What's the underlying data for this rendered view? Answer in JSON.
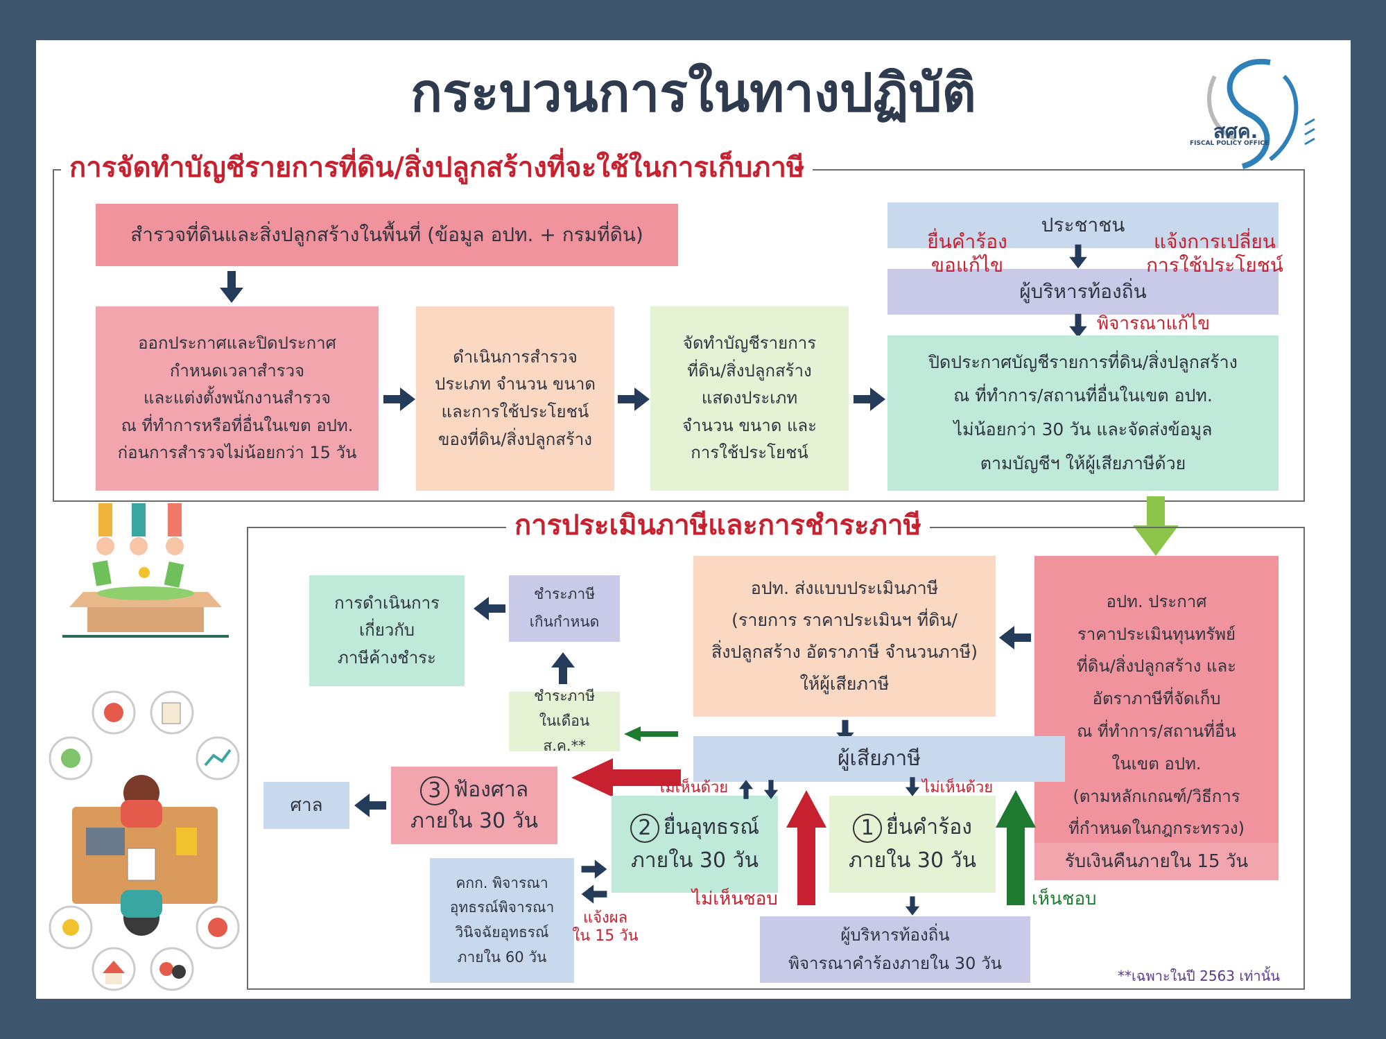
{
  "title": "กระบวนการในทางปฏิบัติ",
  "logo": {
    "text": "สศค.",
    "subtext": "FISCAL POLICY OFFICE"
  },
  "section1": {
    "title": "การจัดทำบัญชีรายการที่ดิน/สิ่งปลูกสร้างที่จะใช้ในการเก็บภาษี",
    "survey": "สำรวจที่ดินและสิ่งปลูกสร้างในพื้นที่ (ข้อมูล อปท. + กรมที่ดิน)",
    "announce": "ออกประกาศและปิดประกาศ\nกำหนดเวลาสำรวจ\nและแต่งตั้งพนักงานสำรวจ\nณ ที่ทำการหรือที่อื่นในเขต อปท.\nก่อนการสำรวจไม่น้อยกว่า 15 วัน",
    "conduct": "ดำเนินการสำรวจ\nประเภท จำนวน ขนาด\nและการใช้ประโยชน์\nของที่ดิน/สิ่งปลูกสร้าง",
    "prepare": "จัดทำบัญชีรายการ\nที่ดิน/สิ่งปลูกสร้าง\nแสดงประเภท\nจำนวน ขนาด และ\nการใช้ประโยชน์",
    "people": "ประชาชน",
    "petition_fix": "ยื่นคำร้อง\nขอแก้ไข",
    "notify_change": "แจ้งการเปลี่ยน\nการใช้ประโยชน์",
    "local_admin": "ผู้บริหารท้องถิ่น",
    "consider_fix": "พิจารณาแก้ไข",
    "post_list": "ปิดประกาศบัญชีรายการที่ดิน/สิ่งปลูกสร้าง\nณ ที่ทำการ/สถานที่อื่นในเขต อปท.\nไม่น้อยกว่า 30 วัน และจัดส่งข้อมูล\nตามบัญชีฯ ให้ผู้เสียภาษีด้วย"
  },
  "section2": {
    "title": "การประเมินภาษีและการชำระภาษี",
    "lao_announce": "อปท. ประกาศ\nราคาประเมินทุนทรัพย์\nที่ดิน/สิ่งปลูกสร้าง และ\nอัตราภาษีที่จัดเก็บ\nณ ที่ทำการ/สถานที่อื่น\nในเขต อปท.\n(ตามหลักเกณฑ์/วิธีการ\nที่กำหนดในกฎกระทรวง)",
    "refund": "รับเงินคืนภายใน 15 วัน",
    "assess_form": "อปท. ส่งแบบประเมินภาษี\n(รายการ ราคาประเมินฯ ที่ดิน/\nสิ่งปลูกสร้าง อัตราภาษี จำนวนภาษี)\nให้ผู้เสียภาษี",
    "taxpayer": "ผู้เสียภาษี",
    "pay_in_month": "ชำระภาษี\nในเดือน ส.ค.**",
    "pay_overdue": "ชำระภาษี\nเกินกำหนด",
    "arrears": "การดำเนินการ\nเกี่ยวกับ\nภาษีค้างชำระ",
    "step1_num": "1",
    "step1_title": "ยื่นคำร้อง",
    "step1_sub": "ภายใน 30 วัน",
    "step2_num": "2",
    "step2_title": "ยื่นอุทธรณ์",
    "step2_sub": "ภายใน 30 วัน",
    "step3_num": "3",
    "step3_title": "ฟ้องศาล",
    "step3_sub": "ภายใน 30 วัน",
    "court": "ศาล",
    "committee": "คกก. พิจารณา\nอุทธรณ์พิจารณา\nวินิจฉัยอุทธรณ์\nภายใน 60 วัน",
    "notify_result": "แจ้งผล\nใน 15 วัน",
    "local_admin2": "ผู้บริหารท้องถิ่น\nพิจารณาคำร้องภายใน 30 วัน",
    "disagree1": "ไม่เห็นด้วย",
    "disagree2": "ไม่เห็นด้วย",
    "not_approve": "ไม่เห็นชอบ",
    "approve": "เห็นชอบ",
    "footnote": "**เฉพาะในปี 2563 เท่านั้น"
  },
  "colors": {
    "red": "#c7212f",
    "navy": "#243b5a",
    "green": "#1e7a2f",
    "pink": "#f3a5ad",
    "peach": "#fbd8c2",
    "lime": "#e5f2d4",
    "mint": "#bfe9d8",
    "lightblue": "#c8d9ee",
    "lavender": "#c9c9e8"
  }
}
